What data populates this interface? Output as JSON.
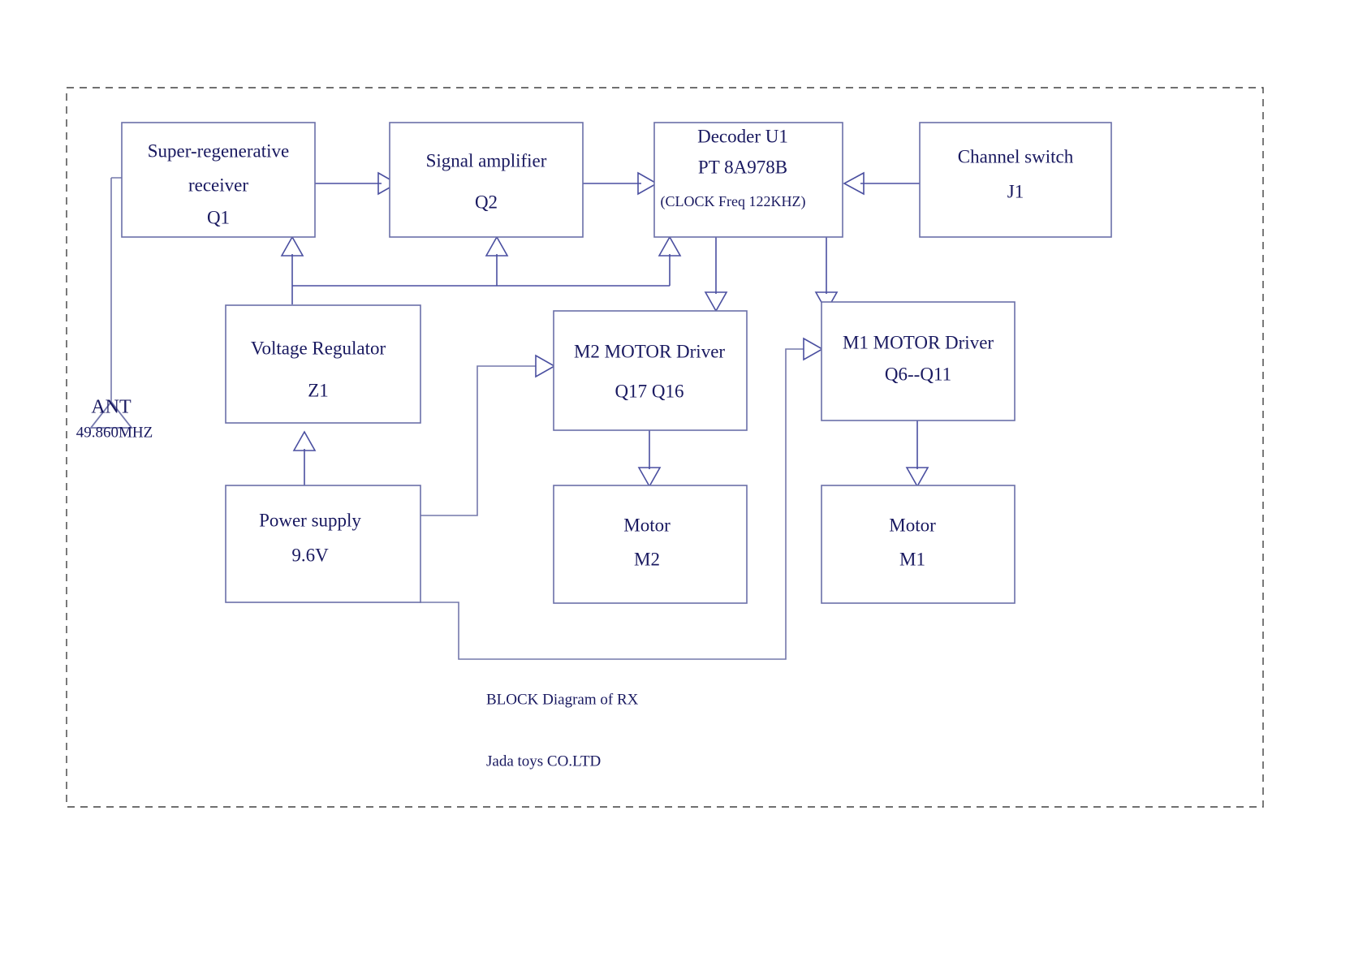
{
  "diagram": {
    "caption_title": "BLOCK Diagram of RX",
    "caption_company": "Jada toys CO.LTD",
    "antenna": {
      "label": "ANT",
      "frequency": "49.860MHZ",
      "icon": "antenna-triangle-icon"
    },
    "colors": {
      "box_stroke": "#6b6fa8",
      "wire": "#4a4fa0",
      "text": "#191960",
      "frame": "#404040",
      "background": "#ffffff"
    },
    "blocks": [
      {
        "id": "receiver",
        "line1": "Super-regenerative",
        "line2": "receiver",
        "line3": "Q1"
      },
      {
        "id": "signal-amplifier",
        "line1": "Signal amplifier",
        "line2": "Q2"
      },
      {
        "id": "decoder",
        "line1": "Decoder  U1",
        "line2": "PT 8A978B",
        "line3": "(CLOCK Freq  122KHZ)"
      },
      {
        "id": "channel-switch",
        "line1": "Channel  switch",
        "line2": "J1"
      },
      {
        "id": "voltage-regulator",
        "line1": "Voltage  Regulator",
        "line2": "Z1"
      },
      {
        "id": "m2-motor-driver",
        "line1": "M2 MOTOR Driver",
        "line2": "Q17  Q16"
      },
      {
        "id": "m1-motor-driver",
        "line1": "M1 MOTOR Driver",
        "line2": "Q6--Q11"
      },
      {
        "id": "power-supply",
        "line1": "Power  supply",
        "line2": "9.6V"
      },
      {
        "id": "motor-m2",
        "line1": "Motor",
        "line2": "M2"
      },
      {
        "id": "motor-m1",
        "line1": "Motor",
        "line2": "M1"
      }
    ]
  }
}
